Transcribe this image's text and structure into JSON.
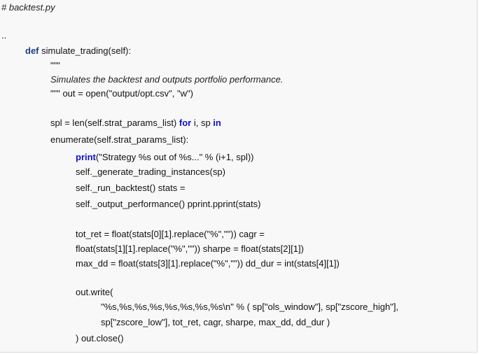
{
  "file_comment": "# backtest.py",
  "ellipsis": "..",
  "def_keyword": "def",
  "def_rest": " simulate_trading(self):",
  "docstring_open": "\"\"\"",
  "docstring_text": "Simulates the backtest and outputs portfolio performance.",
  "docstring_close_and_open": "\"\"\" out = open(\"output/opt.csv\", \"w\")",
  "spl_line_pre": "spl = len(self.strat_params_list) ",
  "for_keyword": "for",
  "spl_line_mid": " i, sp ",
  "in_keyword": "in",
  "enumerate_line": "enumerate(self.strat_params_list):",
  "print_keyword": "print",
  "print_rest": "(\"Strategy %s out of %s...\" % (i+1, spl))",
  "gen_line": "self._generate_trading_instances(sp)",
  "run_line": "self._run_backtest() stats =",
  "output_line": "self._output_performance() pprint.pprint(stats)",
  "totret_line": "tot_ret = float(stats[0][1].replace(\"%\",\"\")) cagr =",
  "cagr_line": "float(stats[1][1].replace(\"%\",\"\")) sharpe = float(stats[2][1])",
  "maxdd_line": "max_dd = float(stats[3][1].replace(\"%\",\"\")) dd_dur = int(stats[4][1])",
  "write_line": "out.write(",
  "format_line": "\"%s,%s,%s,%s,%s,%s,%s,%s\\n\" % ( sp[\"ols_window\"], sp[\"zscore_high\"],",
  "args_line": "sp[\"zscore_low\"], tot_ret, cagr, sharpe, max_dd, dd_dur )",
  "close_line": ") out.close()"
}
